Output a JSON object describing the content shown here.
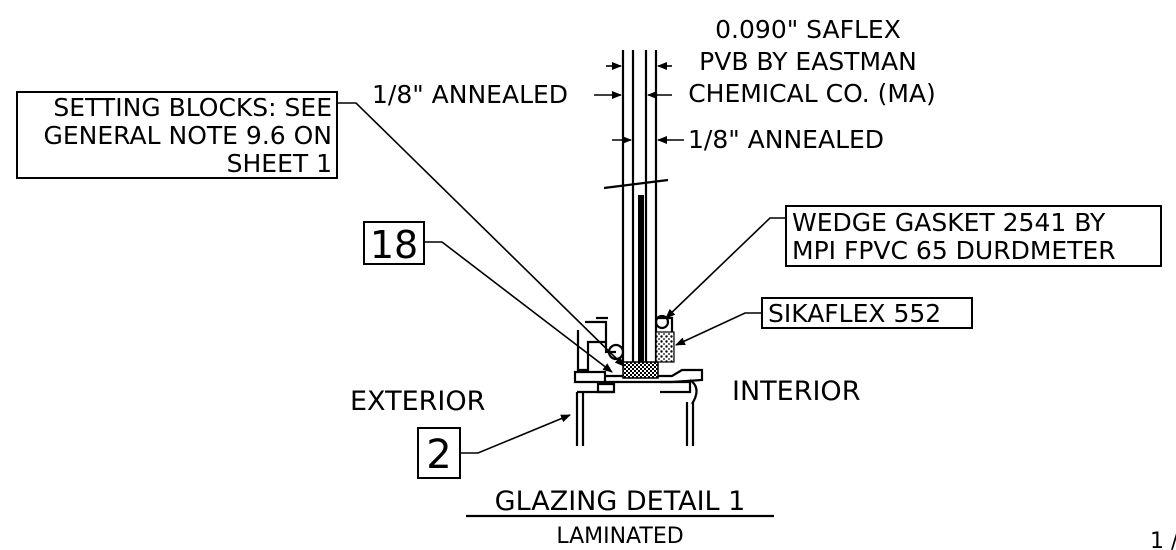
{
  "notes": {
    "saflex_line1": "0.090\" SAFLEX",
    "saflex_line2": "PVB BY EASTMAN",
    "saflex_line3": "CHEMICAL CO. (MA)",
    "annealed_outer": "1/8\" ANNEALED",
    "annealed_inner": "1/8\" ANNEALED",
    "setting_blocks_line1": "SETTING BLOCKS: SEE",
    "setting_blocks_line2": "GENERAL NOTE 9.6 ON",
    "setting_blocks_line3": "SHEET 1",
    "wedge_gasket_line1": "WEDGE GASKET 2541 BY",
    "wedge_gasket_line2": "MPI FPVC 65 DURDMETER",
    "sikaflex": "SIKAFLEX 552"
  },
  "tags": {
    "part_18": "18",
    "part_2": "2"
  },
  "sides": {
    "exterior": "EXTERIOR",
    "interior": "INTERIOR"
  },
  "title": {
    "main": "GLAZING DETAIL 1",
    "sub": "LAMINATED"
  },
  "page_marker": "1 /"
}
